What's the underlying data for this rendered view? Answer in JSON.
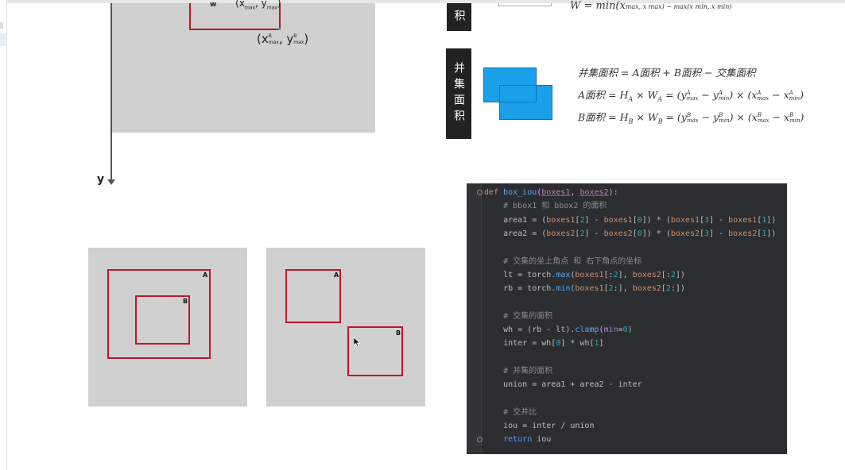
{
  "left_diagram": {
    "corner_label_lower": "(x",
    "corner_sub_max": "max",
    "corner_sup_b": "B",
    "corner_mid": ", y",
    "corner_close": ")",
    "top_label_partial": "(x",
    "top_label_sub": "max",
    "top_label_mid": ", y",
    "top_label_sub2": "max",
    "top_label_close": ")",
    "w_label": "w",
    "y_axis_label": "y"
  },
  "examples": {
    "left": {
      "a_label": "A",
      "b_label": "B"
    },
    "right": {
      "a_label": "A",
      "b_label": "B"
    }
  },
  "intersection_panel": {
    "tag": "积",
    "formula_partial": "W = min(x",
    "formula_partial_tail": "max, x max) − max(x min, x min)"
  },
  "union_panel": {
    "tag": "并集面积",
    "line1": "并集面积 = A面积 + B面积 − 交集面积",
    "line2_lhs": "A面积 = H",
    "line2_rest": " × W",
    "line2_eq": " = (y",
    "line3_lhs": "B面积 = H",
    "line3_rest": " × W",
    "line3_eq": " = (y"
  },
  "code_editor": {
    "lines": [
      "def box_iou(boxes1, boxes2):",
      "    # bbox1 和 bbox2 的面积",
      "    area1 = (boxes1[2] - boxes1[0]) * (boxes1[3] - boxes1[1])",
      "    area2 = (boxes2[2] - boxes2[0]) * (boxes2[3] - boxes2[1])",
      "",
      "    # 交集的坐上角点 和 右下角点的坐标",
      "    lt = torch.max(boxes1[:2], boxes2[:2])",
      "    rb = torch.min(boxes1[2:], boxes2[2:])",
      "",
      "    # 交集的面积",
      "    wh = (rb - lt).clamp(min=0)",
      "    inter = wh[0] * wh[1]",
      "",
      "    # 并集的面积",
      "    union = area1 + area2 - inter",
      "",
      "    # 交并比",
      "    iou = inter / union",
      "    return iou"
    ]
  },
  "colors": {
    "gray_panel": "#d0d0d0",
    "box_red": "#c0172b",
    "box_blue": "#1aa0e8",
    "tag_bg": "#222222",
    "code_bg": "#2b2d30"
  }
}
